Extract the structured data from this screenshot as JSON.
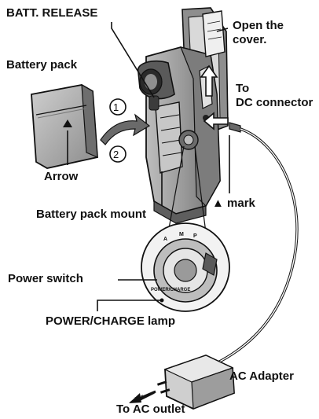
{
  "labels": {
    "batt_release": "BATT. RELEASE",
    "open_cover_line1": "Open the",
    "open_cover_line2": "cover.",
    "battery_pack": "Battery pack",
    "to_dc_line1": "To",
    "to_dc_line2": "DC connector",
    "arrow": "Arrow",
    "mark": "▲ mark",
    "battery_pack_mount": "Battery pack mount",
    "power_switch": "Power switch",
    "power_charge_lamp": "POWER/CHARGE lamp",
    "ac_adapter": "AC Adapter",
    "to_ac_outlet": "To AC outlet",
    "step1": "1",
    "step2": "2",
    "dial_power": "POWER/CHARGE"
  },
  "colors": {
    "ink": "#111111",
    "body_gray": "#9a9a9a",
    "light_gray": "#d4d4d4",
    "dark_gray": "#555555",
    "pale": "#ececec"
  }
}
